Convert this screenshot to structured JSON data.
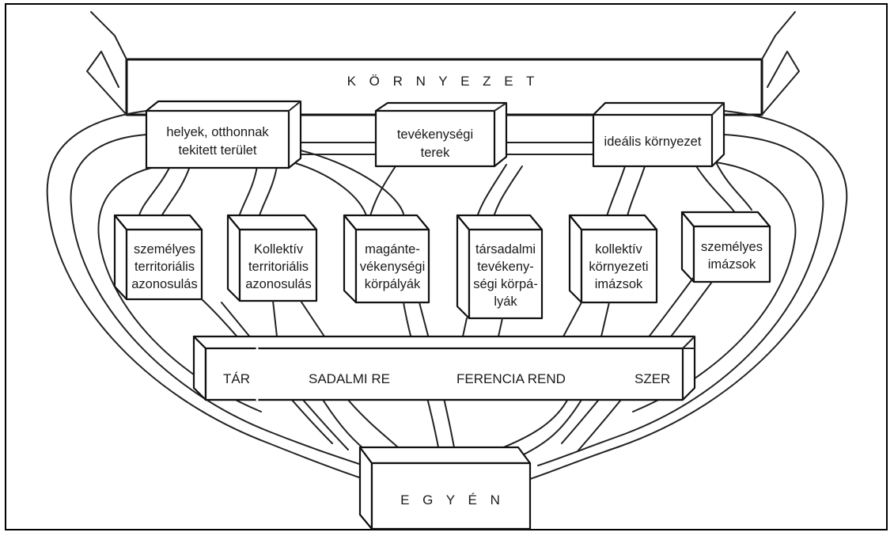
{
  "environment": "K Ö R N Y E Z E T",
  "top_boxes": [
    {
      "lines": [
        "helyek, otthonnak",
        "tekitett terület"
      ]
    },
    {
      "lines": [
        "tevékenységi",
        "terek"
      ]
    },
    {
      "lines": [
        "ideális környezet"
      ]
    }
  ],
  "middle_boxes": [
    {
      "lines": [
        "személyes",
        "territoriális",
        "azonosulás"
      ]
    },
    {
      "lines": [
        "Kollektív",
        "territoriális",
        "azonosulás"
      ]
    },
    {
      "lines": [
        "magánte-",
        "vékenységi",
        "körpályák"
      ]
    },
    {
      "lines": [
        "társadalmi",
        "tevékeny-",
        "ségi körpá-",
        "lyák"
      ]
    },
    {
      "lines": [
        "kollektív",
        "környezeti",
        "imázsok"
      ]
    },
    {
      "lines": [
        "személyes",
        "imázsok"
      ]
    }
  ],
  "band": {
    "segments": [
      "TÁR",
      "SADALMI RE",
      "FERENCIA REND",
      "SZER"
    ]
  },
  "individual": "E G Y É N"
}
